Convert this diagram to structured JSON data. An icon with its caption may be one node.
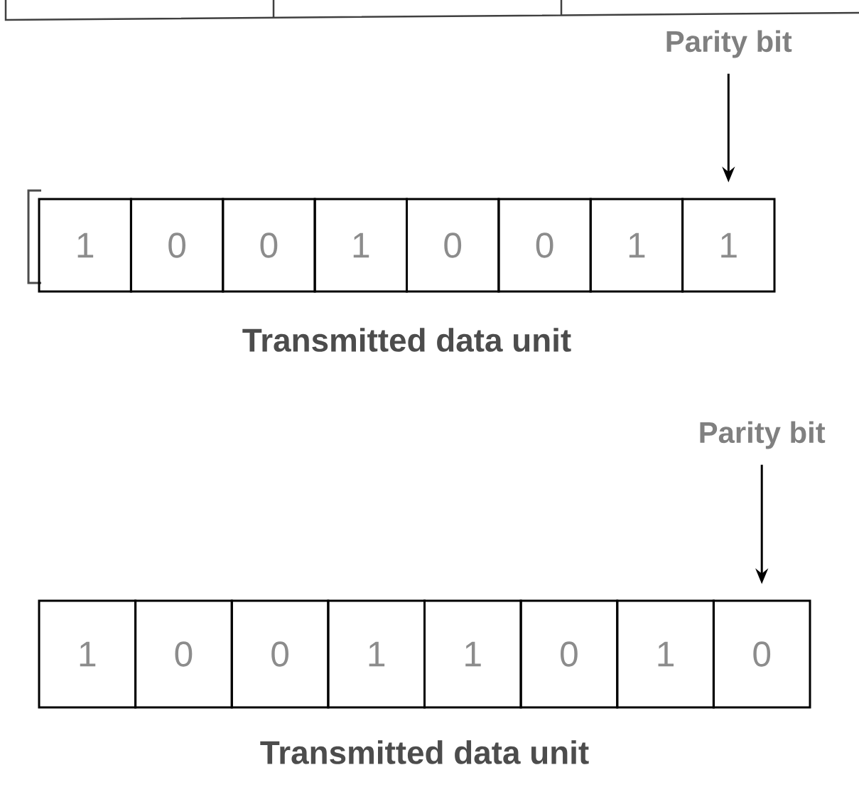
{
  "diagram": {
    "nodes": [
      {
        "text": [
          "Parity bit"
        ]
      },
      {
        "text": [
          "1"
        ]
      },
      {
        "text": [
          "0"
        ]
      },
      {
        "text": [
          "0"
        ]
      },
      {
        "text": [
          "1"
        ]
      },
      {
        "text": [
          "0"
        ]
      },
      {
        "text": [
          "0"
        ]
      },
      {
        "text": [
          "1"
        ]
      },
      {
        "text": [
          "1"
        ]
      },
      {
        "text": [
          "Parity bit"
        ]
      },
      {
        "text": [
          "1"
        ]
      },
      {
        "text": [
          "0"
        ]
      },
      {
        "text": [
          "0"
        ]
      },
      {
        "text": [
          "1"
        ]
      },
      {
        "text": [
          "1"
        ]
      },
      {
        "text": [
          "0"
        ]
      },
      {
        "text": [
          "1"
        ]
      },
      {
        "text": [
          "0"
        ]
      }
    ],
    "edges": [
      {
        "from": 0,
        "to": 8,
        "arrow": "to"
      },
      {
        "from": 9,
        "to": 17,
        "arrow": "to"
      }
    ],
    "labels": [
      "Transmitted data unit",
      "Transmitted data unit"
    ]
  }
}
